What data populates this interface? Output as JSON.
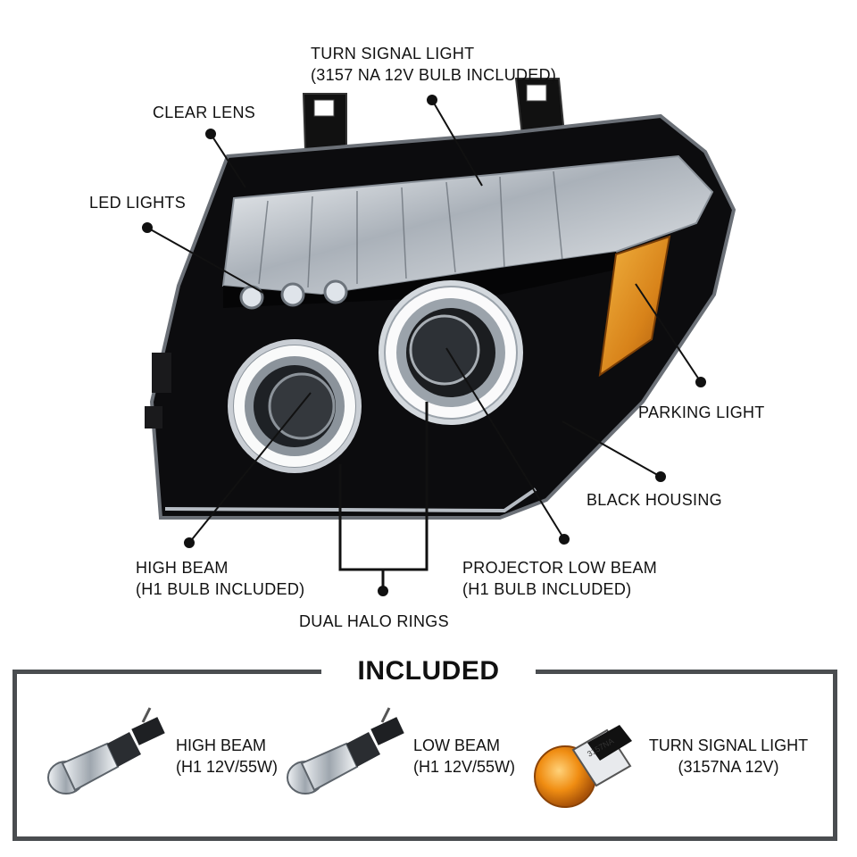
{
  "callouts": {
    "turn_signal": [
      "TURN SIGNAL LIGHT",
      "(3157 NA 12V BULB INCLUDED)"
    ],
    "clear_lens": "CLEAR LENS",
    "led_lights": "LED LIGHTS",
    "parking_light": "PARKING LIGHT",
    "black_housing": "BLACK HOUSING",
    "high_beam": [
      "HIGH BEAM",
      "(H1 BULB INCLUDED)"
    ],
    "projector_low_beam": [
      "PROJECTOR LOW BEAM",
      "(H1 BULB INCLUDED)"
    ],
    "dual_halo_rings": "DUAL HALO RINGS"
  },
  "included": {
    "title": "INCLUDED",
    "items": [
      {
        "name": "HIGH BEAM",
        "spec": "(H1 12V/55W)"
      },
      {
        "name": "LOW BEAM",
        "spec": "(H1 12V/55W)"
      },
      {
        "name": "TURN SIGNAL LIGHT",
        "spec": "(3157NA 12V)",
        "bulb_print": "3157NA"
      }
    ]
  },
  "colors": {
    "housing": "#0c0c0e",
    "chrome": "#cfd4da",
    "amber": "#e39a1f",
    "frame": "#4a4d50"
  }
}
